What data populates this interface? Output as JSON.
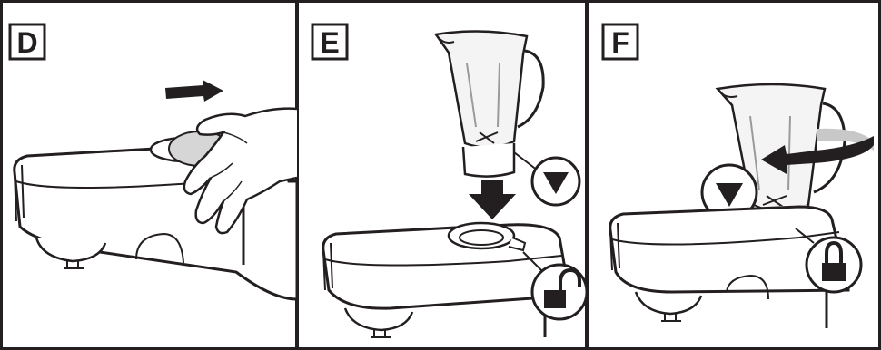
{
  "panels": [
    {
      "label": "D",
      "step": "remove-cover"
    },
    {
      "label": "E",
      "step": "insert-jug"
    },
    {
      "label": "F",
      "step": "lock-jug"
    }
  ],
  "icons": {
    "slide_arrow": "right-arrow-icon",
    "down_arrow": "down-arrow-icon",
    "triangle": "triangle-down-icon",
    "unlocked": "padlock-open-icon",
    "locked": "padlock-closed-icon",
    "rotate_arrow": "curved-arrow-left-icon"
  },
  "colors": {
    "line": "#231f20",
    "background": "#ffffff",
    "glass_tint": "#f4f4f4",
    "accent_grey": "#c8c8c8"
  }
}
